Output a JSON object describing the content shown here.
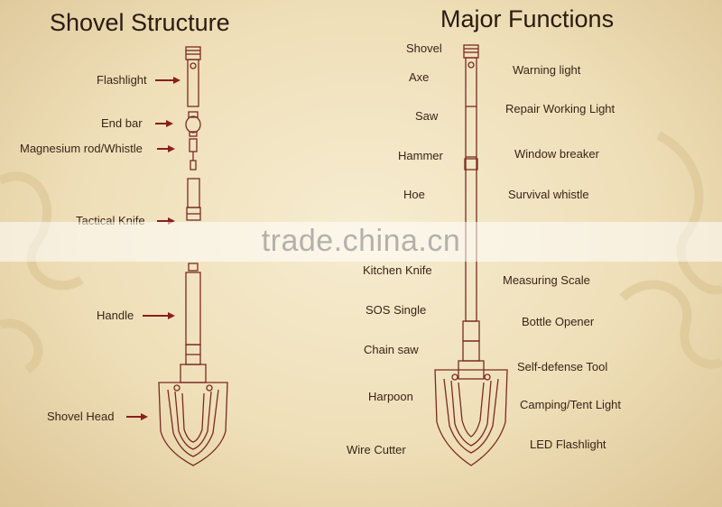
{
  "left": {
    "title": "Shovel Structure",
    "labels": {
      "flashlight": "Flashlight",
      "end_bar": "End bar",
      "magnesium": "Magnesium rod/Whistle",
      "knife": "Tactical Knife",
      "handle": "Handle",
      "shovel_head": "Shovel Head"
    }
  },
  "right": {
    "title": "Major Functions",
    "left_list": [
      "Shovel",
      "Axe",
      "Saw",
      "Hammer",
      "Hoe",
      "Kitchen Knife",
      "SOS Single",
      "Chain saw",
      "Harpoon",
      "Wire Cutter"
    ],
    "right_list": [
      "Warning light",
      "Repair Working Light",
      "Window breaker",
      "Survival whistle",
      "Measuring Scale",
      "Bottle  Opener",
      "Self-defense Tool",
      "Camping/Tent Light",
      "LED Flashlight"
    ]
  },
  "watermark": "trade.china.cn",
  "colors": {
    "line": "#7a2a22",
    "arrow": "#8a1e1e",
    "background": "#efdfb8"
  }
}
